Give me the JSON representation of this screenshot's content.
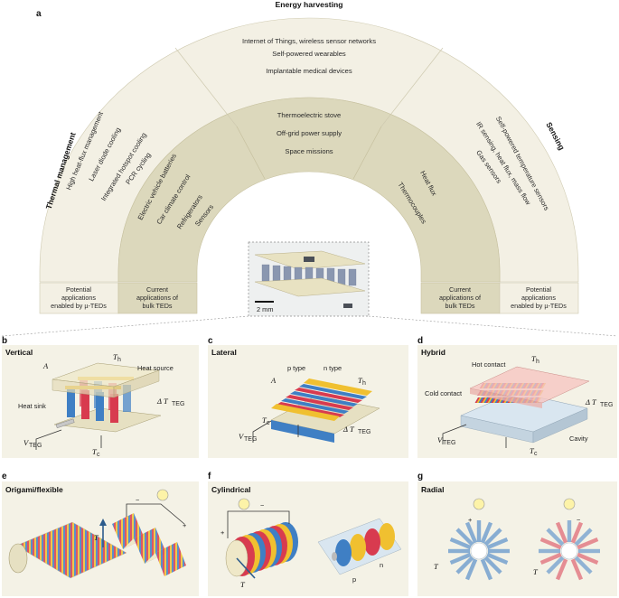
{
  "panel_a": {
    "label": "a",
    "sections": {
      "energy_harvesting": "Energy harvesting",
      "thermal_management": "Thermal management",
      "sensing": "Sensing"
    },
    "energy_outer": [
      "Internet of Things, wireless sensor networks",
      "Self-powered wearables",
      "Implantable medical devices"
    ],
    "energy_inner": [
      "Thermoelectric stove",
      "Off-grid power supply",
      "Space missions"
    ],
    "thermal_outer": [
      "High heat-flux management",
      "Laser diode cooling",
      "Integrated hotspot cooling",
      "PCR cycling"
    ],
    "thermal_inner": [
      "Electric vehicle batteries",
      "Car climate control",
      "Refrigerators",
      "Sensors"
    ],
    "sensing_outer": [
      "Self-powered temperature sensors",
      "IR sensing, heat flux, mass flow",
      "Gas sensors"
    ],
    "sensing_inner": [
      "Heat flux",
      "Thermocouples"
    ],
    "boxes": {
      "left_potential": [
        "Potential",
        "applications",
        "enabled by µ-TEDs"
      ],
      "left_current": [
        "Current",
        "applications of",
        "bulk TEDs"
      ],
      "right_current": [
        "Current",
        "applications of",
        "bulk TEDs"
      ],
      "right_potential": [
        "Potential",
        "applications",
        "enabled by µ-TEDs"
      ]
    },
    "scale_bar": "2 mm"
  },
  "panel_b": {
    "label": "b",
    "title": "Vertical",
    "heat_source": "Heat source",
    "heat_sink": "Heat sink",
    "A": "A",
    "Th": "T",
    "Th_sub": "h",
    "Tc": "T",
    "Tc_sub": "c",
    "dT": "Δ T",
    "dT_sub": "TEG",
    "V": "V",
    "V_sub": "TEG"
  },
  "panel_c": {
    "label": "c",
    "title": "Lateral",
    "p_type": "p type",
    "n_type": "n type",
    "A": "A",
    "Th": "T",
    "Th_sub": "h",
    "Tc": "T",
    "Tc_sub": "c",
    "dT": "Δ T",
    "dT_sub": "TEG",
    "V": "V",
    "V_sub": "TEG"
  },
  "panel_d": {
    "label": "d",
    "title": "Hybrid",
    "hot_contact": "Hot contact",
    "cold_contact": "Cold contact",
    "cavity": "Cavity",
    "Th": "T",
    "Th_sub": "h",
    "Tc": "T",
    "Tc_sub": "c",
    "dT": "Δ T",
    "dT_sub": "TEG",
    "V": "V",
    "V_sub": "TEG"
  },
  "panel_e": {
    "label": "e",
    "title": "Origami/flexible",
    "T": "T",
    "minus": "−",
    "plus": "+"
  },
  "panel_f": {
    "label": "f",
    "title": "Cylindrical",
    "T": "T",
    "minus": "−",
    "plus": "+",
    "p": "p",
    "n": "n"
  },
  "panel_g": {
    "label": "g",
    "title": "Radial",
    "T1": "T",
    "T2": "T",
    "plus": "+",
    "minus": "−"
  },
  "colors": {
    "outer_band": "#f3f0e4",
    "inner_band": "#dcd8bc",
    "panel_bg": "#f4f2e6",
    "p_leg": "#d83b4f",
    "n_leg": "#3f7fc4",
    "contact": "#f0c030",
    "hot_plate": "#f6c6c2",
    "substrate": "#d9e6f0"
  }
}
